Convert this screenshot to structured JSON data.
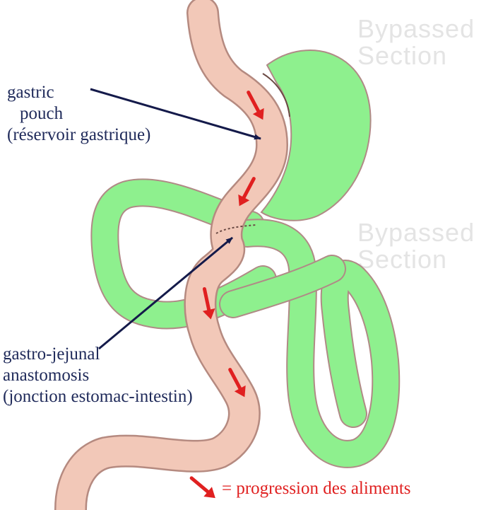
{
  "colors": {
    "bowel_fill": "#8ef08e",
    "bowel_outline": "#b08a86",
    "pouch_fill": "#f2c8b8",
    "pouch_outline": "#b58a80",
    "label_text": "#1f2a5a",
    "pointer_line": "#141a4a",
    "flow_arrow": "#e02020"
  },
  "labels": {
    "gastric_pouch": [
      "gastric",
      "pouch",
      "(réservoir gastrique)"
    ],
    "anastomosis": [
      "gastro-jejunal",
      "anastomosis",
      "(jonction estomac-intestin)"
    ]
  },
  "background_text": {
    "upper": [
      "Bypassed",
      "Section"
    ],
    "lower": [
      "Bypassed",
      "Section"
    ]
  },
  "legend": {
    "icon": "red-arrow-icon",
    "text": "= progression des aliments"
  },
  "flow_arrows": 5
}
